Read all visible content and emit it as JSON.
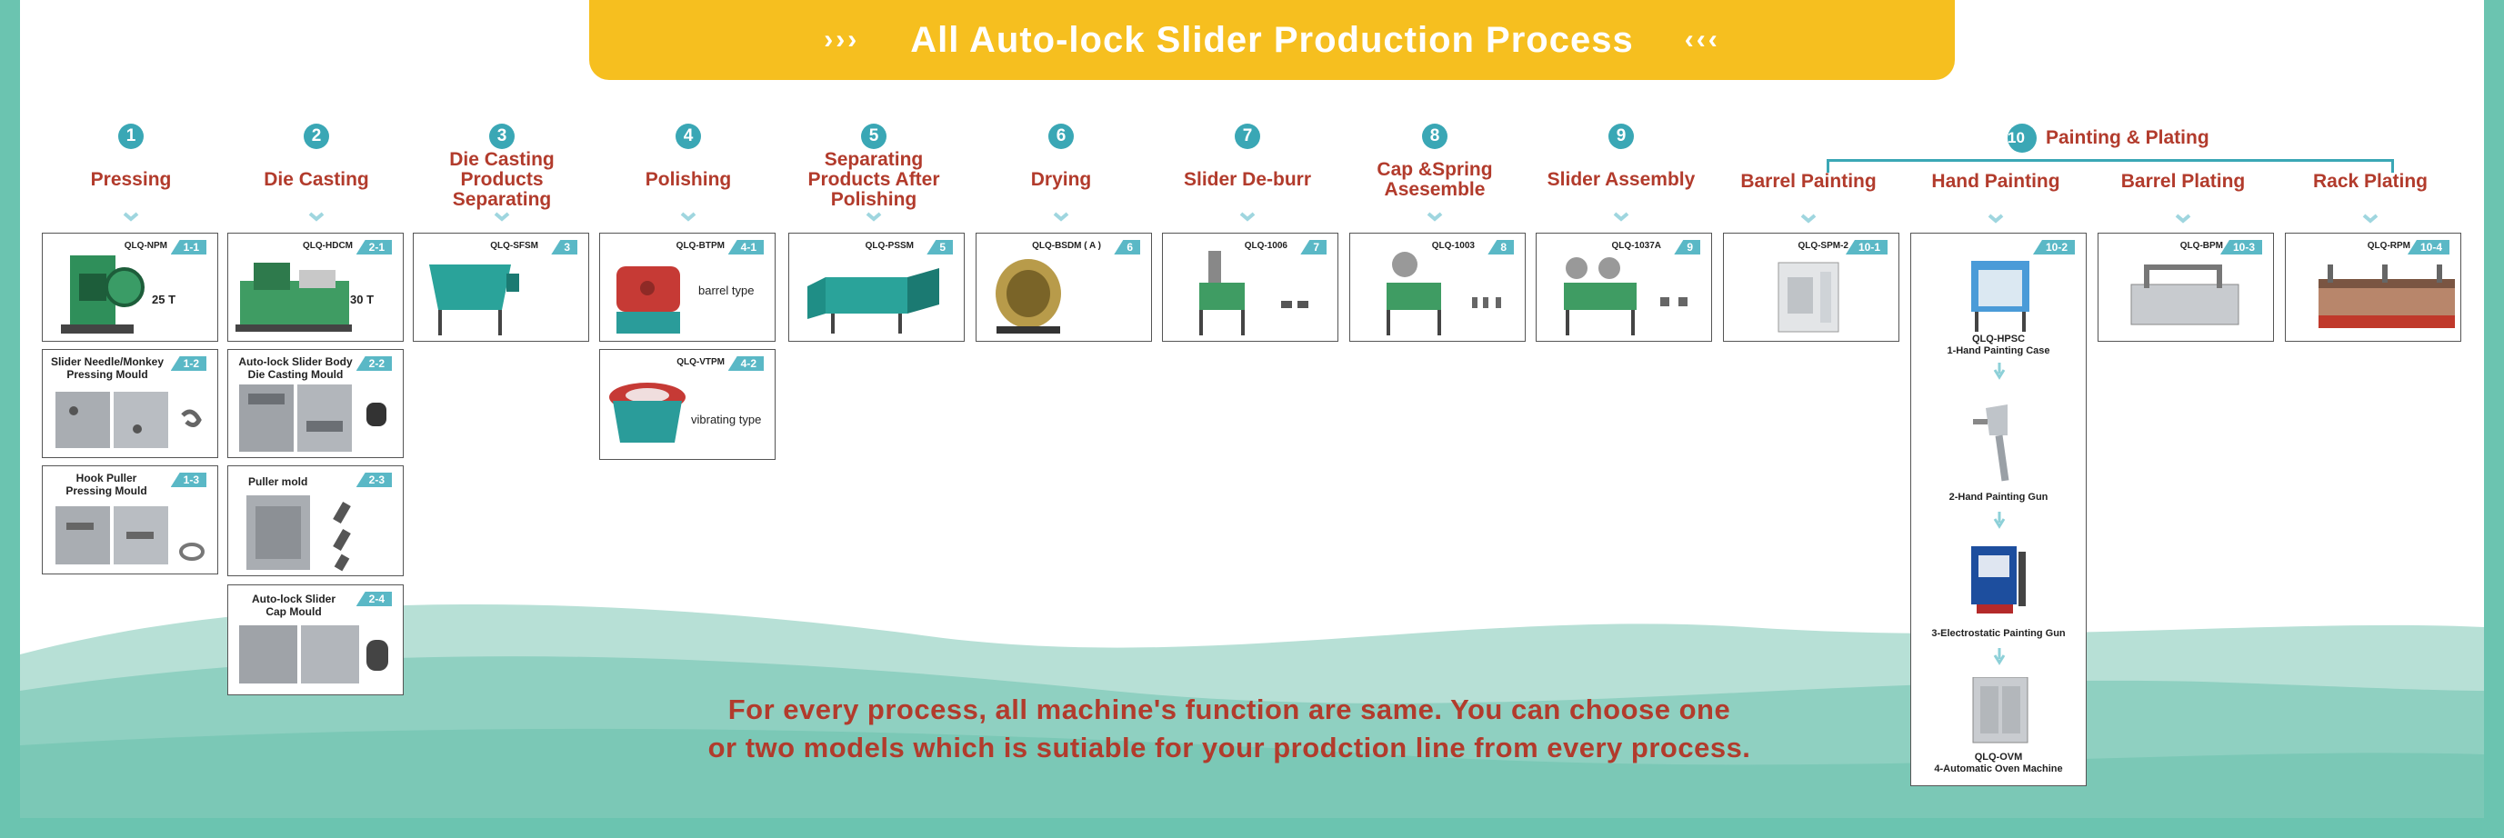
{
  "banner": {
    "title": "All Auto-lock Slider Production Process",
    "left_chevrons": "›››",
    "right_chevrons": "‹‹‹"
  },
  "colors": {
    "accent_yellow": "#f6bf1f",
    "title_red": "#b23b2c",
    "tag_teal": "#5ab8c6",
    "step_circle": "#3aa7b5",
    "frame_green": "#6bc4b0"
  },
  "steps": [
    {
      "num": "1",
      "title": "Pressing"
    },
    {
      "num": "2",
      "title": "Die Casting"
    },
    {
      "num": "3",
      "title": "Die Casting Products Separating"
    },
    {
      "num": "4",
      "title": "Polishing"
    },
    {
      "num": "5",
      "title": "Separating Products After Polishing"
    },
    {
      "num": "6",
      "title": "Drying"
    },
    {
      "num": "7",
      "title": "Slider De-burr"
    },
    {
      "num": "8",
      "title": "Cap &Spring Asesemble"
    },
    {
      "num": "9",
      "title": "Slider Assembly"
    }
  ],
  "painting": {
    "num": "10",
    "title": "Painting & Plating",
    "subs": [
      "Barrel Painting",
      "Hand Painting",
      "Barrel Plating",
      "Rack Plating"
    ]
  },
  "boxes": {
    "b1_1": {
      "code": "QLQ-NPM",
      "tag": "1-1",
      "label": "25 T"
    },
    "b1_2": {
      "tag": "1-2",
      "label": "Slider Needle/Monkey Pressing Mould"
    },
    "b1_3": {
      "tag": "1-3",
      "label": "Hook Puller Pressing Mould"
    },
    "b2_1": {
      "code": "QLQ-HDCM",
      "tag": "2-1",
      "label": "30 T"
    },
    "b2_2": {
      "tag": "2-2",
      "label": "Auto-lock Slider Body Die Casting Mould"
    },
    "b2_3": {
      "tag": "2-3",
      "label": "Puller mold"
    },
    "b2_4": {
      "tag": "2-4",
      "label": "Auto-lock Slider Cap Mould"
    },
    "b3": {
      "code": "QLQ-SFSM",
      "tag": "3"
    },
    "b4_1": {
      "code": "QLQ-BTPM",
      "tag": "4-1",
      "label": "barrel type"
    },
    "b4_2": {
      "code": "QLQ-VTPM",
      "tag": "4-2",
      "label": "vibrating type"
    },
    "b5": {
      "code": "QLQ-PSSM",
      "tag": "5"
    },
    "b6": {
      "code": "QLQ-BSDM ( A )",
      "tag": "6"
    },
    "b7": {
      "code": "QLQ-1006",
      "tag": "7"
    },
    "b8": {
      "code": "QLQ-1003",
      "tag": "8"
    },
    "b9": {
      "code": "QLQ-1037A",
      "tag": "9"
    },
    "b10_1": {
      "code": "QLQ-SPM-2",
      "tag": "10-1"
    },
    "b10_2": {
      "tag": "10-2",
      "items": [
        {
          "code": "QLQ-HPSC",
          "label": "1-Hand Painting Case"
        },
        {
          "code": "",
          "label": "2-Hand Painting Gun"
        },
        {
          "code": "",
          "label": "3-Electrostatic Painting Gun"
        },
        {
          "code": "QLQ-OVM",
          "label": "4-Automatic Oven Machine"
        }
      ]
    },
    "b10_3": {
      "code": "QLQ-BPM",
      "tag": "10-3"
    },
    "b10_4": {
      "code": "QLQ-RPM",
      "tag": "10-4"
    }
  },
  "footer": {
    "line1": "For every process, all machine's function are same. You can choose one",
    "line2": "or two models which is sutiable for your prodction line from every process."
  }
}
